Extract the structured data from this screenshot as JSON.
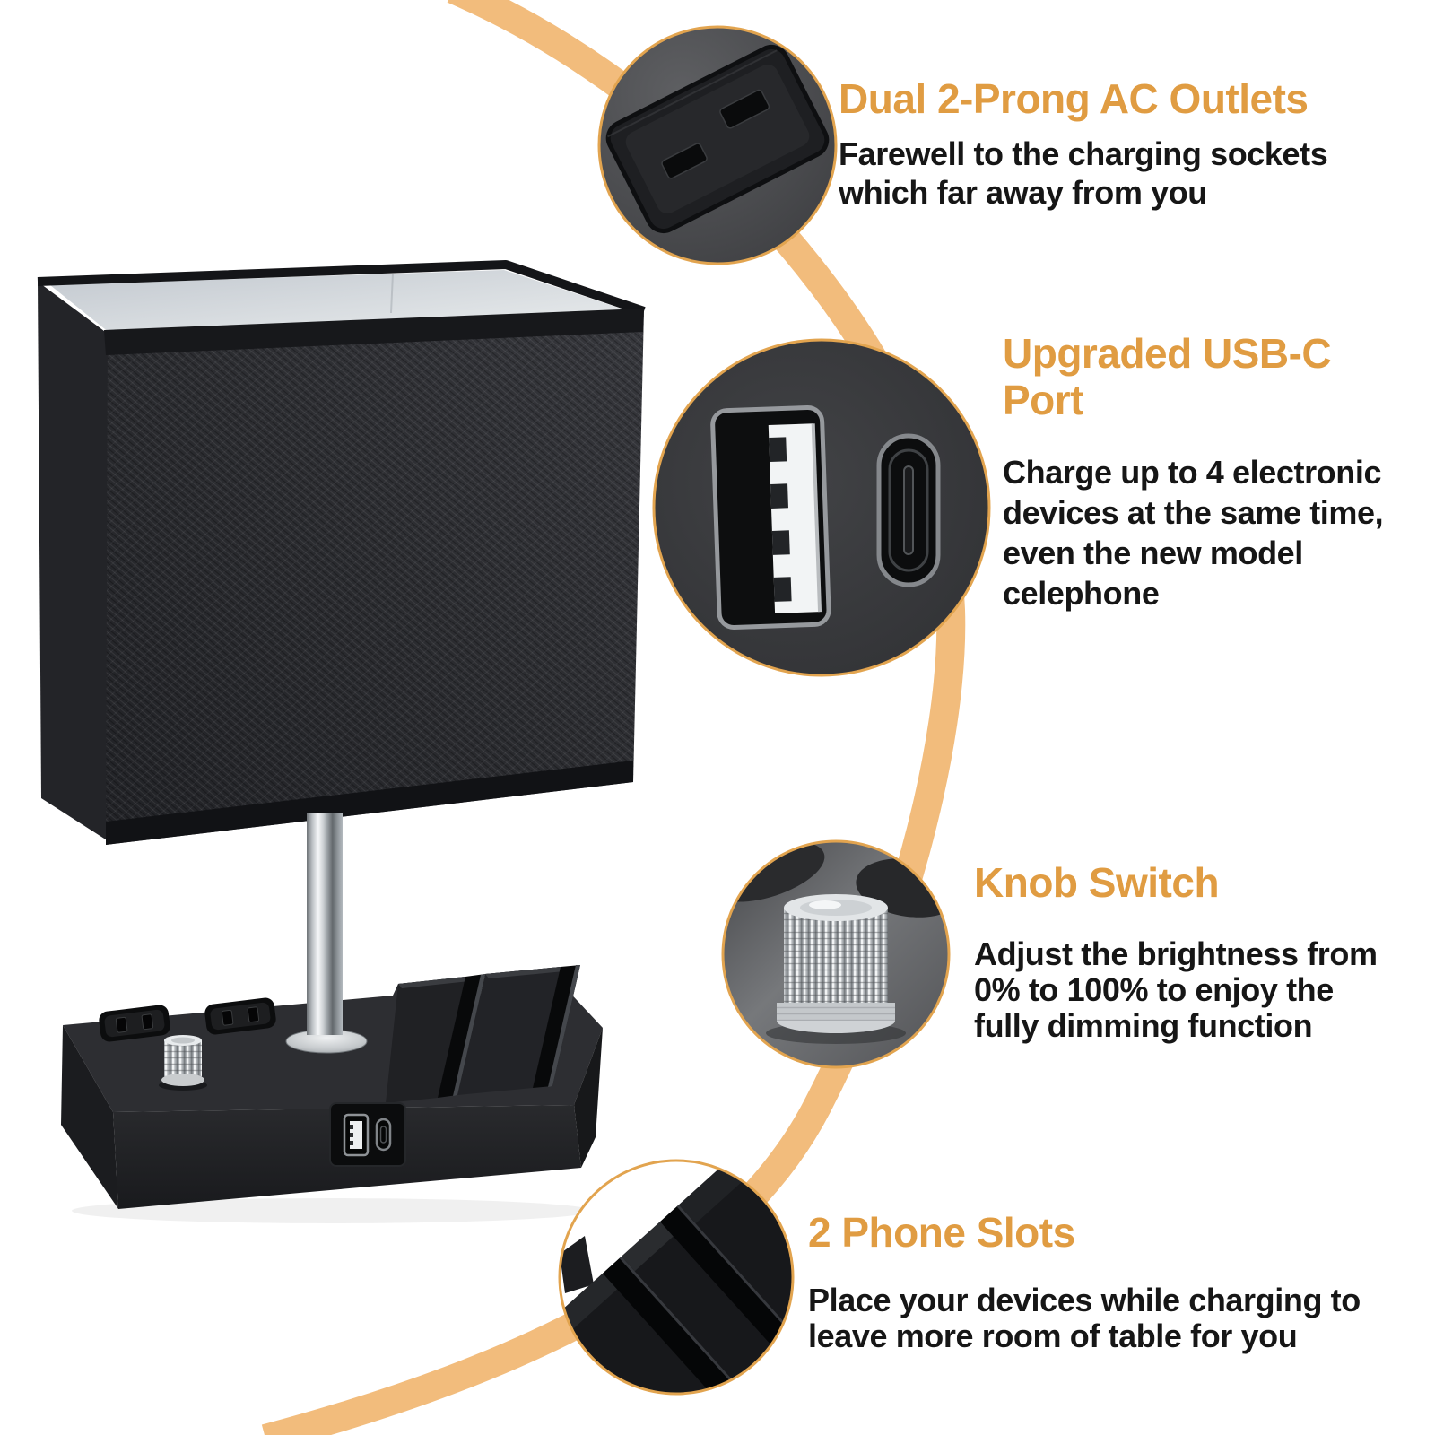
{
  "page": {
    "background": "#ffffff"
  },
  "colors": {
    "heading_accent": "#E09C42",
    "connector_arc": "#F2BC7C",
    "body_text": "#161616",
    "circle_ring": "#E2A44F",
    "lamp_black": "#232428",
    "chrome": "#d9dcdf"
  },
  "scene": {
    "product_photo": "black-square-shade-table-lamp-with-charging-base",
    "callout_closeups": [
      "ac-outlet-closeup",
      "usb-a-and-usb-c-ports-closeup",
      "metal-knob-closeup",
      "phone-slot-grooves-closeup"
    ]
  },
  "features": [
    {
      "id": "ac-outlets",
      "title": "Dual 2-Prong AC Outlets",
      "title_lines": [
        "Dual 2-Prong AC Outlets"
      ],
      "desc_lines": [
        "Farewell to the charging sockets",
        "which far away from you"
      ]
    },
    {
      "id": "usb-c-port",
      "title": "Upgraded USB-C Port",
      "title_lines": [
        "Upgraded USB-C",
        "Port"
      ],
      "desc_lines": [
        "Charge up to 4 electronic",
        "devices at the same time,",
        "even the new model",
        "celephone"
      ]
    },
    {
      "id": "knob-switch",
      "title": "Knob Switch",
      "title_lines": [
        "Knob Switch"
      ],
      "desc_lines": [
        "Adjust the brightness from",
        "0% to 100% to enjoy the",
        "fully dimming function"
      ]
    },
    {
      "id": "phone-slots",
      "title": "2 Phone Slots",
      "title_lines": [
        "2 Phone Slots"
      ],
      "desc_lines": [
        "Place your devices while charging to",
        "leave more room of table for you"
      ]
    }
  ]
}
